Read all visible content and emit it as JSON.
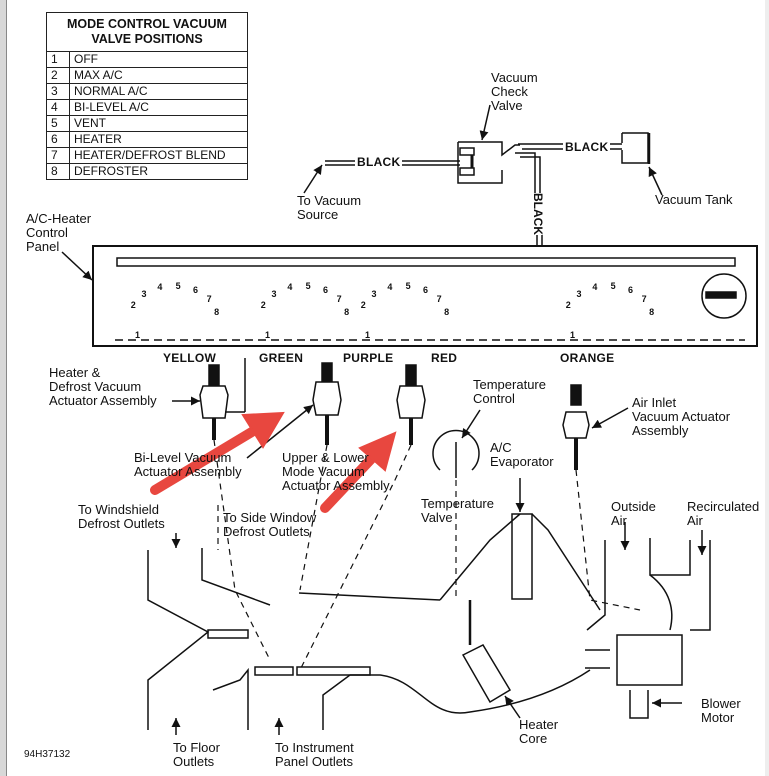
{
  "table": {
    "title_line1": "MODE CONTROL VACUUM",
    "title_line2": "VALVE POSITIONS",
    "rows": [
      {
        "num": "1",
        "label": "OFF"
      },
      {
        "num": "2",
        "label": "MAX A/C"
      },
      {
        "num": "3",
        "label": "NORMAL A/C"
      },
      {
        "num": "4",
        "label": "BI-LEVEL A/C"
      },
      {
        "num": "5",
        "label": "VENT"
      },
      {
        "num": "6",
        "label": "HEATER"
      },
      {
        "num": "7",
        "label": "HEATER/DEFROST BLEND"
      },
      {
        "num": "8",
        "label": "DEFROSTER"
      }
    ]
  },
  "hoses": {
    "black_source": "BLACK",
    "black_tank": "BLACK",
    "black_vertical": "BLACK",
    "yellow": "YELLOW",
    "green": "GREEN",
    "purple": "PURPLE",
    "red": "RED",
    "orange": "ORANGE"
  },
  "labels": {
    "vacuum_check_valve": "Vacuum\nCheck\nValve",
    "to_vacuum_source": "To Vacuum\nSource",
    "vacuum_tank": "Vacuum Tank",
    "control_panel": "A/C-Heater\nControl\nPanel",
    "heater_defrost_actuator": "Heater &\nDefrost Vacuum\nActuator Assembly",
    "bilevel_actuator": "Bi-Level Vacuum\nActuator Assembly",
    "upper_lower_actuator": "Upper & Lower\nMode Vacuum\nActuator Assembly",
    "temperature_control": "Temperature\nControl",
    "air_inlet_actuator": "Air Inlet\nVacuum Actuator\nAssembly",
    "ac_evaporator": "A/C\nEvaporator",
    "temperature_valve": "Temperature\nValve",
    "windshield_defrost": "To Windshield\nDefrost Outlets",
    "side_window_defrost": "To Side Window\nDefrost Outlets",
    "outside_air": "Outside\nAir",
    "recirculated_air": "Recirculated\nAir",
    "floor_outlets": "To Floor\nOutlets",
    "instrument_panel_outlets": "To Instrument\nPanel Outlets",
    "heater_core": "Heater\nCore",
    "blower_motor": "Blower\nMotor"
  },
  "valve_positions": [
    "1",
    "2",
    "3",
    "4",
    "5",
    "6",
    "7",
    "8"
  ],
  "figure_code": "94H37132",
  "annotation_color": "#e8473f"
}
